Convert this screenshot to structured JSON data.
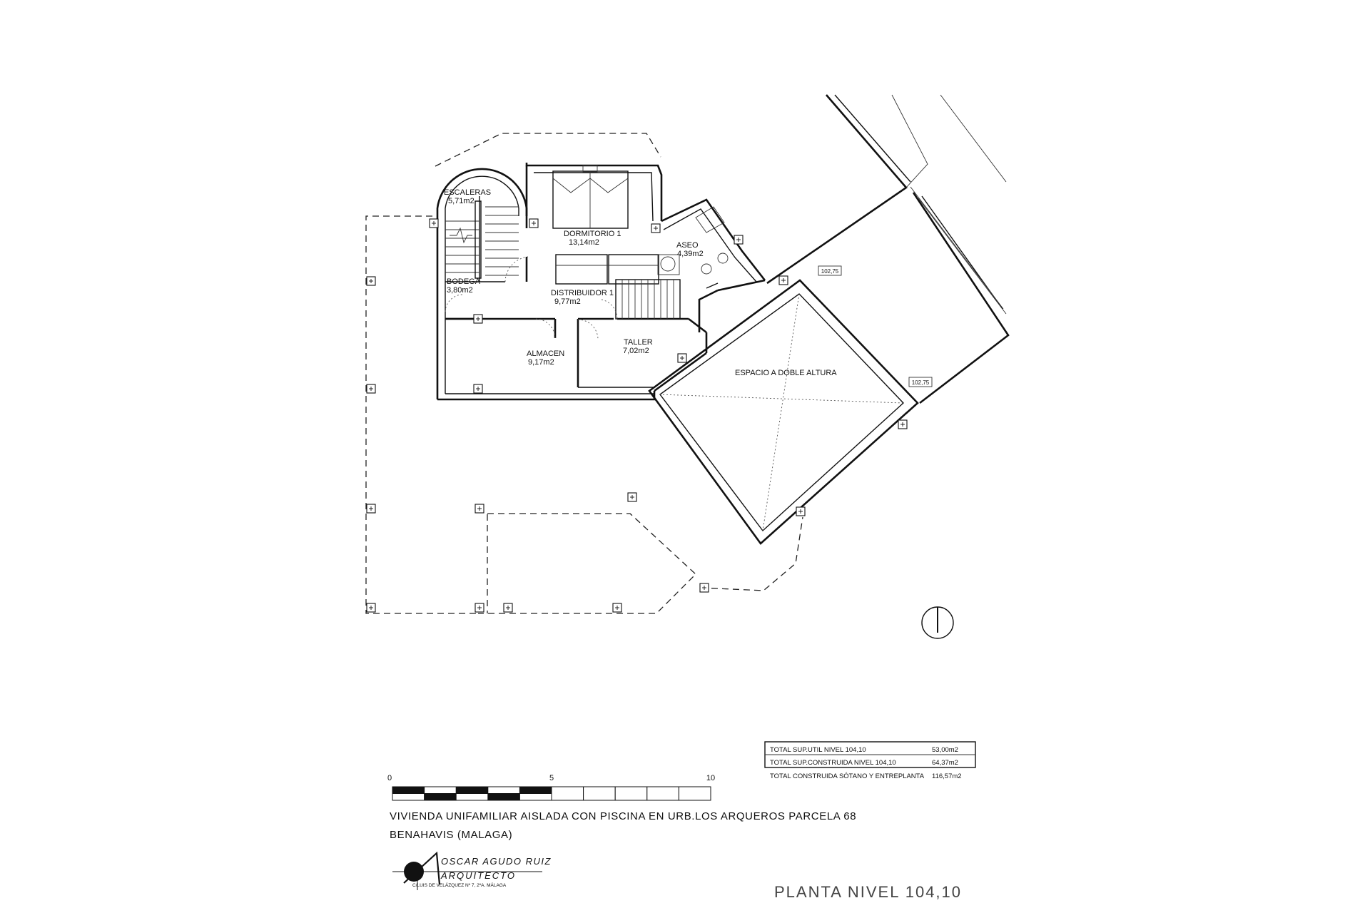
{
  "rooms": {
    "escaleras": {
      "name": "ESCALERAS",
      "area": "5,71m2"
    },
    "dormitorio": {
      "name": "DORMITORIO 1",
      "area": "13,14m2"
    },
    "aseo": {
      "name": "ASEO",
      "area": "4,39m2"
    },
    "bodega": {
      "name": "BODEGA",
      "area": "3,80m2"
    },
    "distribuidor": {
      "name": "DISTRIBUIDOR 1",
      "area": "9,77m2"
    },
    "almacen": {
      "name": "ALMACEN",
      "area": "9,17m2"
    },
    "taller": {
      "name": "TALLER",
      "area": "7,02m2"
    },
    "doble_altura": {
      "name": "ESPACIO A DOBLE ALTURA"
    }
  },
  "levels": {
    "level_a": "102,75",
    "level_b": "102,75"
  },
  "surface_table": {
    "rows": [
      {
        "label": "TOTAL   SUP.UTIL NIVEL 104,10",
        "value": "53,00m2"
      },
      {
        "label": "TOTAL   SUP.CONSTRUIDA NIVEL 104,10",
        "value": "64,37m2"
      },
      {
        "label": "TOTAL  CONSTRUIDA   SÓTANO Y ENTREPLANTA",
        "value": "116,57m2"
      }
    ]
  },
  "scale_bar": {
    "tick_0": "0",
    "tick_5": "5",
    "tick_10": "10"
  },
  "project": {
    "title_line1": "VIVIENDA UNIFAMILIAR AISLADA CON PISCINA EN URB.LOS ARQUEROS PARCELA 68",
    "title_line2": "BENAHAVIS (MALAGA)"
  },
  "architect": {
    "name": "OSCAR AGUDO RUIZ",
    "role": "ARQUITECTO",
    "address": "C/LUIS DE VELÁZQUEZ Nº 7, 2ºA. MÁLAGA"
  },
  "sheet_title": "PLANTA NIVEL 104,10",
  "icons": {
    "north": "north-arrow-icon",
    "logo": "architect-logo-icon"
  },
  "colors": {
    "ink": "#111111",
    "paper": "#ffffff"
  }
}
